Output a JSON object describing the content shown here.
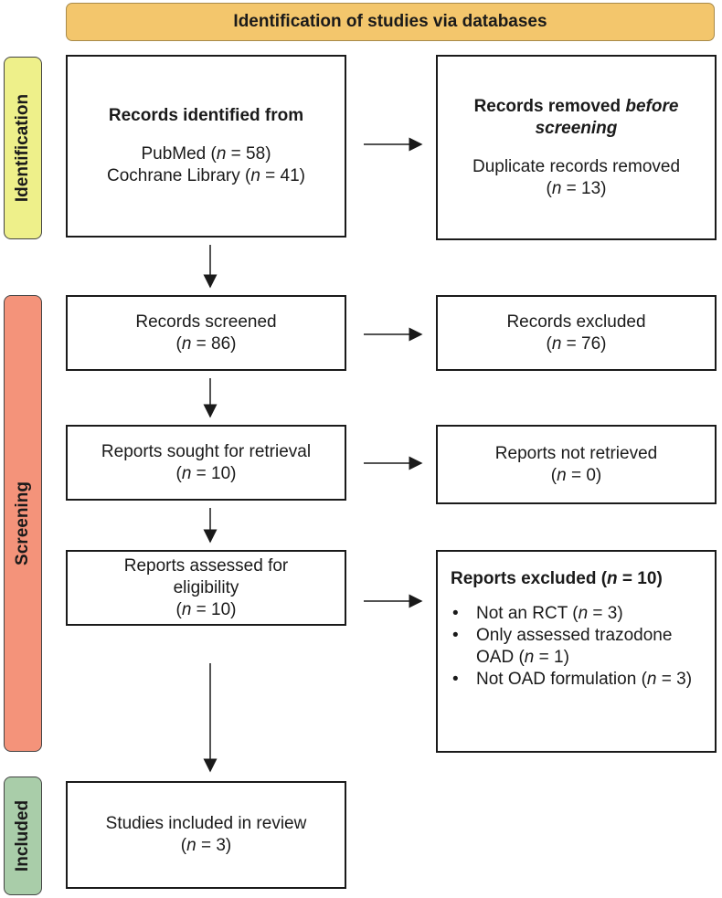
{
  "header": {
    "title": "Identification of studies via databases"
  },
  "stages": {
    "identification": "Identification",
    "screening": "Screening",
    "included": "Included"
  },
  "identified": {
    "title": "Records identified from",
    "sources": [
      {
        "name": "PubMed (",
        "n": "n",
        "count": " = 58)"
      },
      {
        "name": "Cochrane Library (",
        "n": "n",
        "count": " = 41)"
      }
    ]
  },
  "removed": {
    "title_plain": "Records removed ",
    "title_italic": "before screening",
    "line": "Duplicate records removed",
    "n": "n",
    "count": " = 13)",
    "open": "("
  },
  "screened": {
    "label": "Records screened",
    "n": "n",
    "count": " = 86)",
    "open": "("
  },
  "excluded": {
    "label": "Records excluded",
    "n": "n",
    "count": " = 76)",
    "open": "("
  },
  "sought": {
    "label": "Reports sought for retrieval",
    "n": "n",
    "count": " = 10)",
    "open": "("
  },
  "not_retrieved": {
    "label": "Reports not retrieved",
    "n": "n",
    "count": " = 0)",
    "open": "("
  },
  "assessed": {
    "label": "Reports assessed for eligibility",
    "n": "n",
    "count": " = 10)",
    "open": "("
  },
  "reports_excluded": {
    "title_a": "Reports excluded (",
    "title_n": "n",
    "title_b": " = 10)",
    "reasons": [
      {
        "text": "Not an RCT (",
        "n": "n",
        "count": " = 3)"
      },
      {
        "text": "Only assessed trazodone OAD (",
        "n": "n",
        "count": " = 1)"
      },
      {
        "text": "Not OAD formulation (",
        "n": "n",
        "count": " = 3)"
      }
    ]
  },
  "included": {
    "label": "Studies included in review",
    "n": "n",
    "count": " = 3)",
    "open": "("
  },
  "colors": {
    "header": "#f3c66c",
    "identification": "#eef08a",
    "screening": "#f4937a",
    "included": "#a9cda9"
  }
}
